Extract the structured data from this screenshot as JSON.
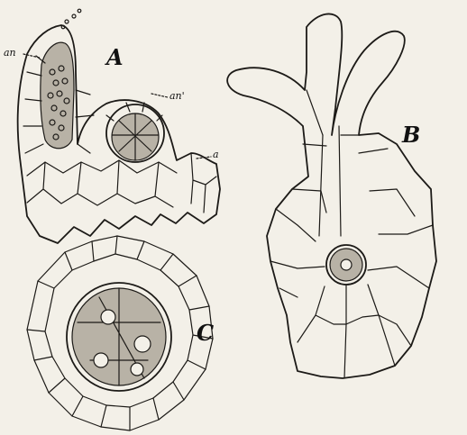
{
  "figure": {
    "labels": {
      "a_panel": "A",
      "b_panel": "B",
      "c_panel": "C",
      "an": "an",
      "an_prime": "an'",
      "a_small": "a"
    },
    "colors": {
      "ink": "#1c1a17",
      "paper": "#f3f0e8",
      "stipple": "#b8b2a6"
    }
  }
}
